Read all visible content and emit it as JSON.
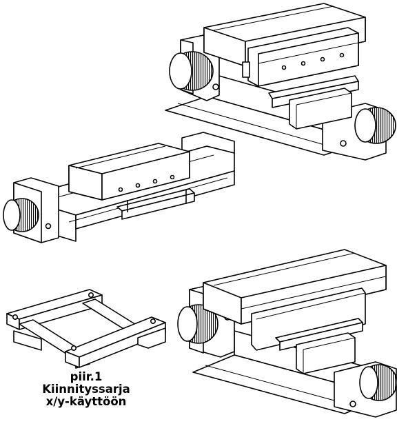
{
  "caption": {
    "line1": "piir.1",
    "line2": "Kiinnityssarja",
    "line3": "x/y-käyttöön"
  },
  "colors": {
    "ink": "#000000",
    "paper": "#ffffff"
  }
}
